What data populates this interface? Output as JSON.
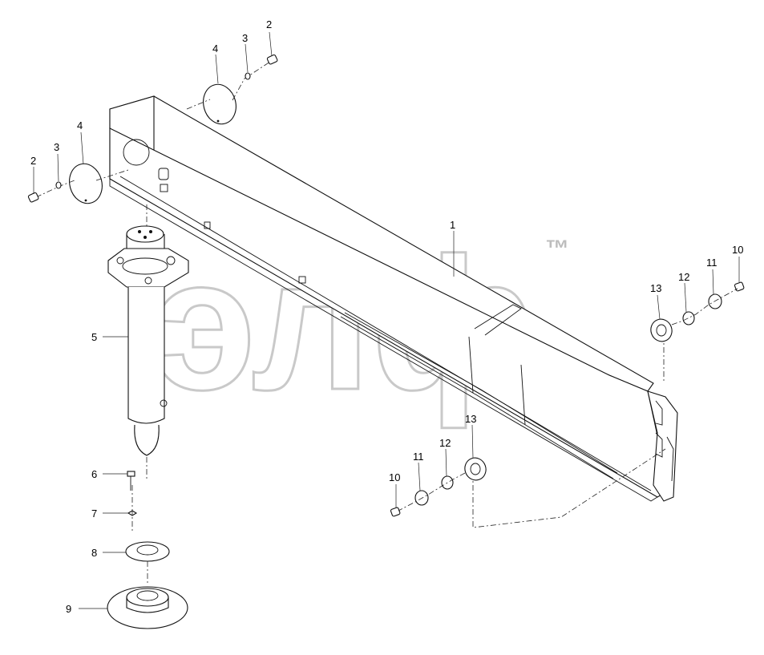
{
  "watermark": {
    "text": "элф",
    "trademark": "™",
    "color": "#d6d6d6"
  },
  "callouts": [
    {
      "id": "c1",
      "label": "1"
    },
    {
      "id": "c2a",
      "label": "2"
    },
    {
      "id": "c2b",
      "label": "2"
    },
    {
      "id": "c3a",
      "label": "3"
    },
    {
      "id": "c3b",
      "label": "3"
    },
    {
      "id": "c4a",
      "label": "4"
    },
    {
      "id": "c4b",
      "label": "4"
    },
    {
      "id": "c5",
      "label": "5"
    },
    {
      "id": "c6",
      "label": "6"
    },
    {
      "id": "c7",
      "label": "7"
    },
    {
      "id": "c8",
      "label": "8"
    },
    {
      "id": "c9",
      "label": "9"
    },
    {
      "id": "c10a",
      "label": "10"
    },
    {
      "id": "c10b",
      "label": "10"
    },
    {
      "id": "c11a",
      "label": "11"
    },
    {
      "id": "c11b",
      "label": "11"
    },
    {
      "id": "c12a",
      "label": "12"
    },
    {
      "id": "c12b",
      "label": "12"
    },
    {
      "id": "c13a",
      "label": "13"
    },
    {
      "id": "c13b",
      "label": "13"
    }
  ],
  "colors": {
    "line": "#111111",
    "background": "#ffffff",
    "watermark": "#d6d6d6"
  }
}
